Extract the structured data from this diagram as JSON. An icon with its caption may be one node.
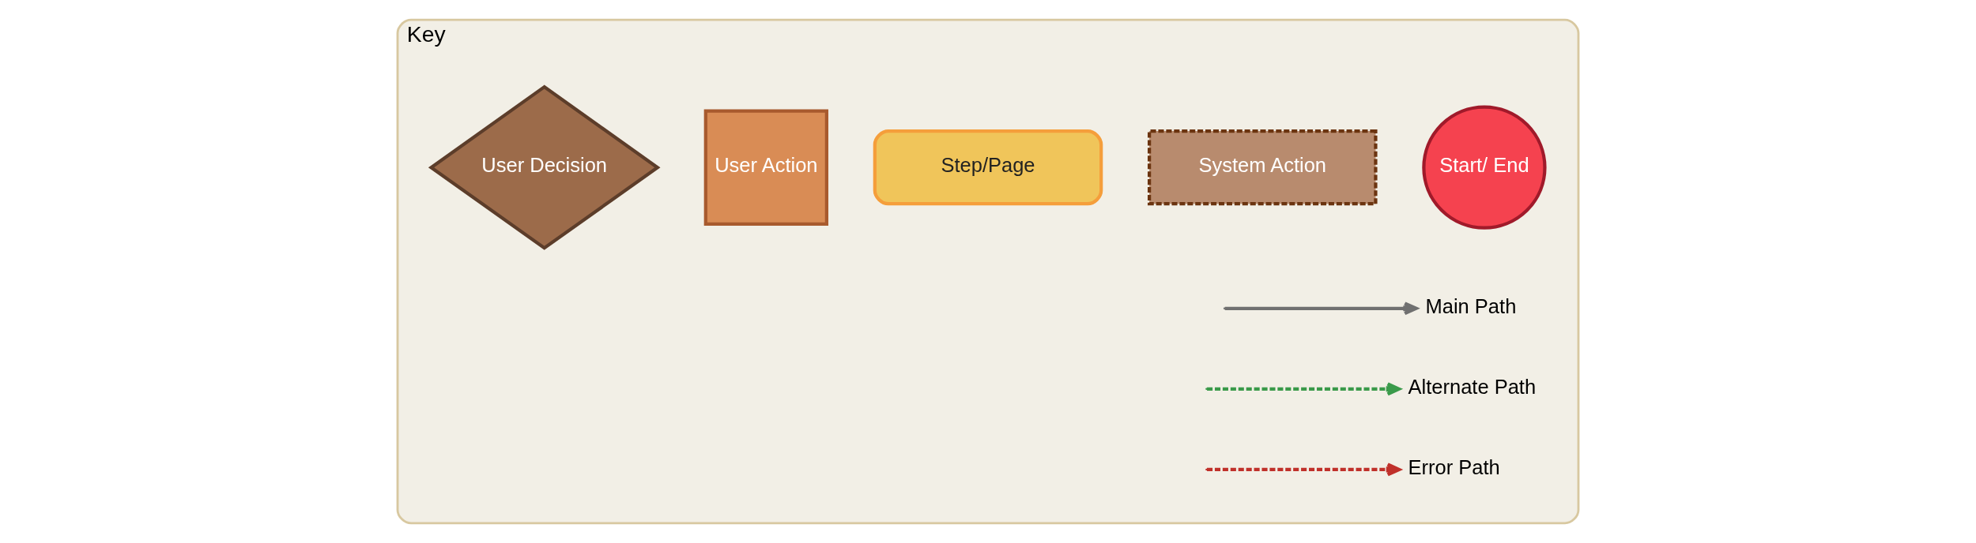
{
  "diagram": {
    "nodes": [
      {
        "text": [
          "Key"
        ]
      },
      {
        "text": [
          "Start/ End"
        ],
        "in": 0
      },
      {
        "text": [
          "System Action"
        ],
        "in": 0
      },
      {
        "text": [
          "Step/Page"
        ],
        "in": 0
      },
      {
        "text": [
          "User Action"
        ],
        "in": 0
      },
      {
        "text": [
          "User Decision"
        ],
        "in": 0
      }
    ],
    "edges": [],
    "legend": [
      {
        "text": "Main Path"
      },
      {
        "text": "Alternate Path"
      },
      {
        "text": "Error Path"
      }
    ]
  }
}
